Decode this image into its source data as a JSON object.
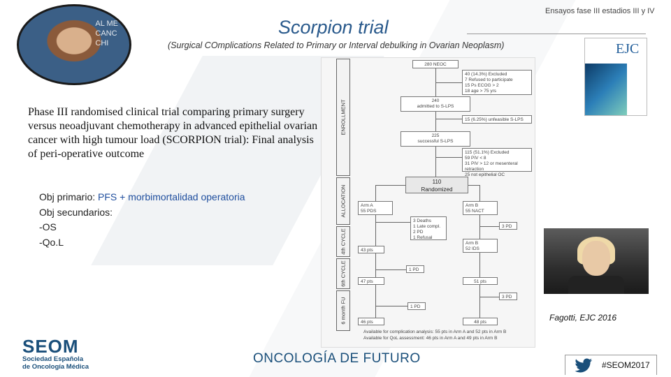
{
  "header": {
    "title": "Scorpion trial",
    "subtitle": "(Surgical COmplications Related to Primary or Interval debulking in Ovarian Neoplasm)",
    "section_label": "Ensayos fase III estadios III y IV"
  },
  "portrait": {
    "caption_lines": [
      "AL ME",
      "CANC",
      "CHI"
    ]
  },
  "journal_cover": {
    "logo": "EJC"
  },
  "paper_title": "Phase III randomised clinical trial comparing primary surgery versus neoadjuvant chemotherapy in advanced epithelial ovarian cancer with high tumour load (SCORPION trial): Final analysis of peri-operative outcome",
  "objectives": {
    "primary_label": "Obj primario:",
    "primary_value": "PFS + morbimortalidad operatoria",
    "secondary_label": "Obj secundarios:",
    "secondary_items": [
      "-OS",
      "-Qo.L"
    ]
  },
  "flowchart": {
    "phases": [
      "ENROLLMENT",
      "ALLOCATION",
      "4th CYCLE",
      "6th CYCLE",
      "6 month FU"
    ],
    "screened": "280 NEOC",
    "excluded": [
      "40 (14.3%) Excluded",
      "7 Refused to participate",
      "15 Ps ECOG > 2",
      "18 age > 75 yrs"
    ],
    "admitted": [
      "240",
      "admitted to S-LPS"
    ],
    "ineligible": "15 (6.25%) unfeasible S-LPS",
    "successful": [
      "225",
      "successful S-LPS"
    ],
    "excluded2": [
      "115 (51.1%) Excluded",
      "59 PIV < 8",
      "31 PIV > 12 or mesenteral retraction",
      "25 not epithelial OC"
    ],
    "randomized": [
      "110",
      "Randomized"
    ],
    "arm_a": [
      "Arm A",
      "55 PDS"
    ],
    "arm_b": [
      "Arm B",
      "55 NACT"
    ],
    "arm_a_events": [
      "3 Deaths",
      "1 Late compl.",
      "2 PD",
      "1 Refusal"
    ],
    "arm_b_pd1": "3 PD",
    "arm_a_4th": "43 pts",
    "arm_b_4th": [
      "Arm B",
      "52 IDS"
    ],
    "pd_6th": "1 PD",
    "arm_a_6th": "47 pts",
    "arm_b_6th": "51 pts",
    "arm_b_pd2": "3 PD",
    "pd_fu": "1 PD",
    "arm_a_fu": "46 pts",
    "arm_b_fu": "48 pts",
    "footer": [
      "Available for complication analysis: 55 pts in Arm A and 52 pts in Arm B",
      "Available for QoL assessment: 46 pts in Arm A and 49 pts in Arm B"
    ]
  },
  "citation": "Fagotti, EJC 2016",
  "footer": {
    "logo": "SEOM",
    "logo_sub_1": "Sociedad Española",
    "logo_sub_2": "de Oncología Médica",
    "slogan": "ONCOLOGÍA DE FUTURO",
    "hashtag": "#SEOM2017"
  },
  "colors": {
    "title": "#2a5a8c",
    "brand": "#1a4f7a",
    "highlight": "#1f4e9e"
  }
}
